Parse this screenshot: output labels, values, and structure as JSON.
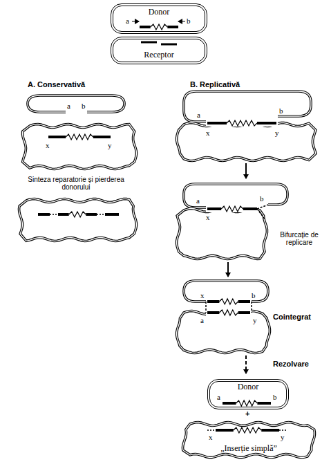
{
  "diagram": {
    "nodes": [
      {
        "text": [
          "Donor"
        ]
      },
      {
        "text": [
          "Receptor"
        ]
      },
      {
        "text": [
          "Donor"
        ]
      },
      {
        "text": [
          "„Inserție simplă”"
        ]
      }
    ],
    "labels": [
      "a",
      "b",
      "A. Conservativă",
      "B. Replicativă",
      "a",
      "b",
      "x",
      "y",
      "Sinteza reparatorie și pierderea donorului",
      "a",
      "b",
      "x",
      "y",
      "x",
      "a",
      "b",
      "Bifurcație de replicare",
      "x",
      "b",
      "a",
      "y",
      "Cointegrat",
      "Rezolvare",
      "a",
      "b",
      "+",
      "x",
      "y"
    ]
  }
}
